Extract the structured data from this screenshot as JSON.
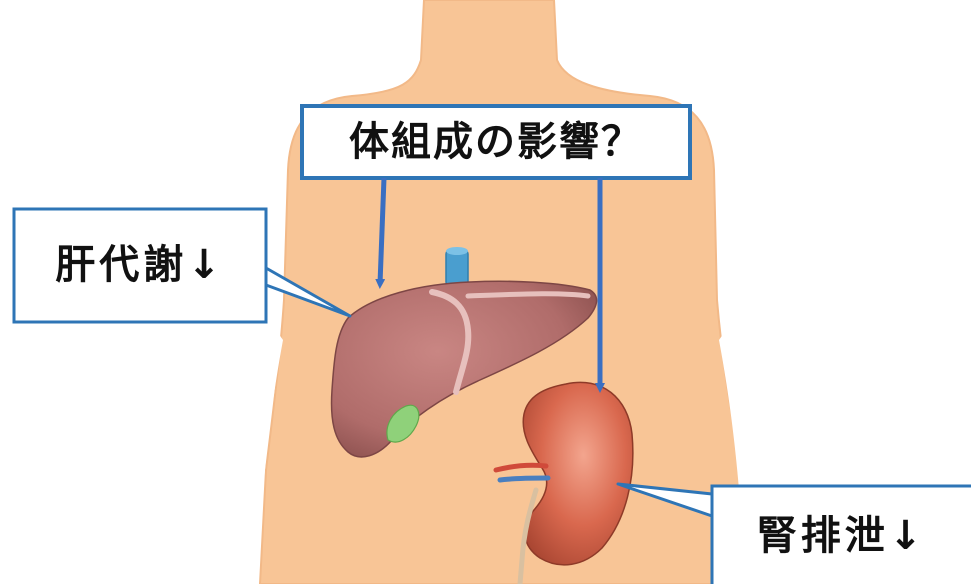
{
  "labels": {
    "title": "体組成の影響？",
    "liver": "肝代謝↓",
    "kidney": "腎排泄↓"
  },
  "colors": {
    "skin": "#f8c596",
    "callout_border": "#2e75b6",
    "arrow": "#3a6fc2",
    "liver": "#b5716f",
    "kidney": "#d96e55",
    "vessel": "#4a9ecf",
    "gallbladder": "#8fd17a"
  }
}
